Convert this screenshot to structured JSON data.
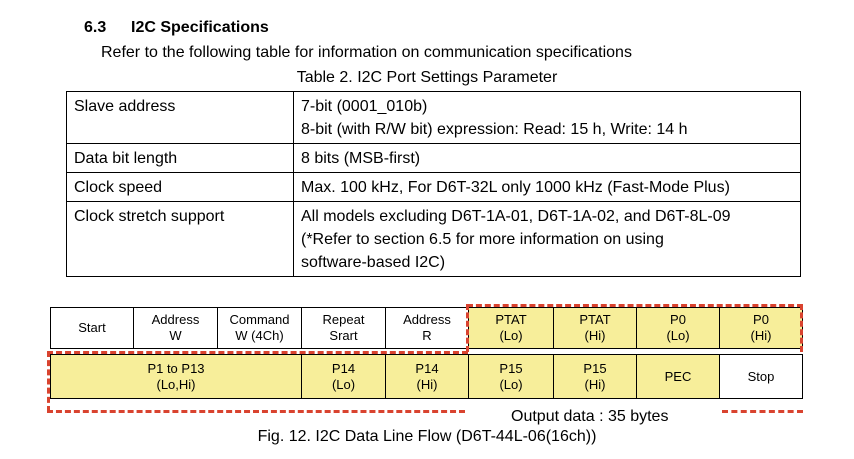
{
  "section": {
    "number": "6.3",
    "title": "I2C Specifications",
    "intro": "Refer to the following table for information on communication specifications"
  },
  "spec_table": {
    "caption": "Table 2. I2C Port Settings Parameter",
    "rows": [
      {
        "param": "Slave address",
        "lines": [
          "7-bit (0001_010b)",
          "8-bit (with R/W bit) expression: Read: 15 h, Write: 14 h"
        ]
      },
      {
        "param": "Data bit length",
        "lines": [
          "8 bits (MSB-first)"
        ]
      },
      {
        "param": "Clock speed",
        "lines": [
          "Max. 100 kHz, For D6T-32L only 1000 kHz (Fast-Mode Plus)"
        ]
      },
      {
        "param": "Clock stretch support",
        "lines": [
          "All models excluding D6T-1A-01, D6T-1A-02, and D6T-8L-09",
          "(*Refer to section 6.5 for more information on using",
          "software-based I2C)"
        ]
      }
    ]
  },
  "flow": {
    "highlight_color": "#f7ee9a",
    "dash_color": "#d9432f",
    "row1": [
      {
        "lines": [
          "Start"
        ],
        "highlight": false
      },
      {
        "lines": [
          "Address",
          "W"
        ],
        "highlight": false
      },
      {
        "lines": [
          "Command",
          "W (4Ch)"
        ],
        "highlight": false
      },
      {
        "lines": [
          "Repeat",
          "Srart"
        ],
        "highlight": false
      },
      {
        "lines": [
          "Address",
          "R"
        ],
        "highlight": false
      },
      {
        "lines": [
          "PTAT",
          "(Lo)"
        ],
        "highlight": true
      },
      {
        "lines": [
          "PTAT",
          "(Hi)"
        ],
        "highlight": true
      },
      {
        "lines": [
          "P0",
          "(Lo)"
        ],
        "highlight": true
      },
      {
        "lines": [
          "P0",
          "(Hi)"
        ],
        "highlight": true
      }
    ],
    "row2": [
      {
        "lines": [
          "P1 to P13",
          "(Lo,Hi)"
        ],
        "highlight": true
      },
      {
        "lines": [
          "P14",
          "(Lo)"
        ],
        "highlight": true
      },
      {
        "lines": [
          "P14",
          "(Hi)"
        ],
        "highlight": true
      },
      {
        "lines": [
          "P15",
          "(Lo)"
        ],
        "highlight": true
      },
      {
        "lines": [
          "P15",
          "(Hi)"
        ],
        "highlight": true
      },
      {
        "lines": [
          "PEC"
        ],
        "highlight": true
      },
      {
        "lines": [
          "Stop"
        ],
        "highlight": false
      }
    ],
    "output_label": "Output data : 35 bytes"
  },
  "figure_caption": "Fig. 12. I2C Data Line Flow (D6T-44L-06(16ch))"
}
